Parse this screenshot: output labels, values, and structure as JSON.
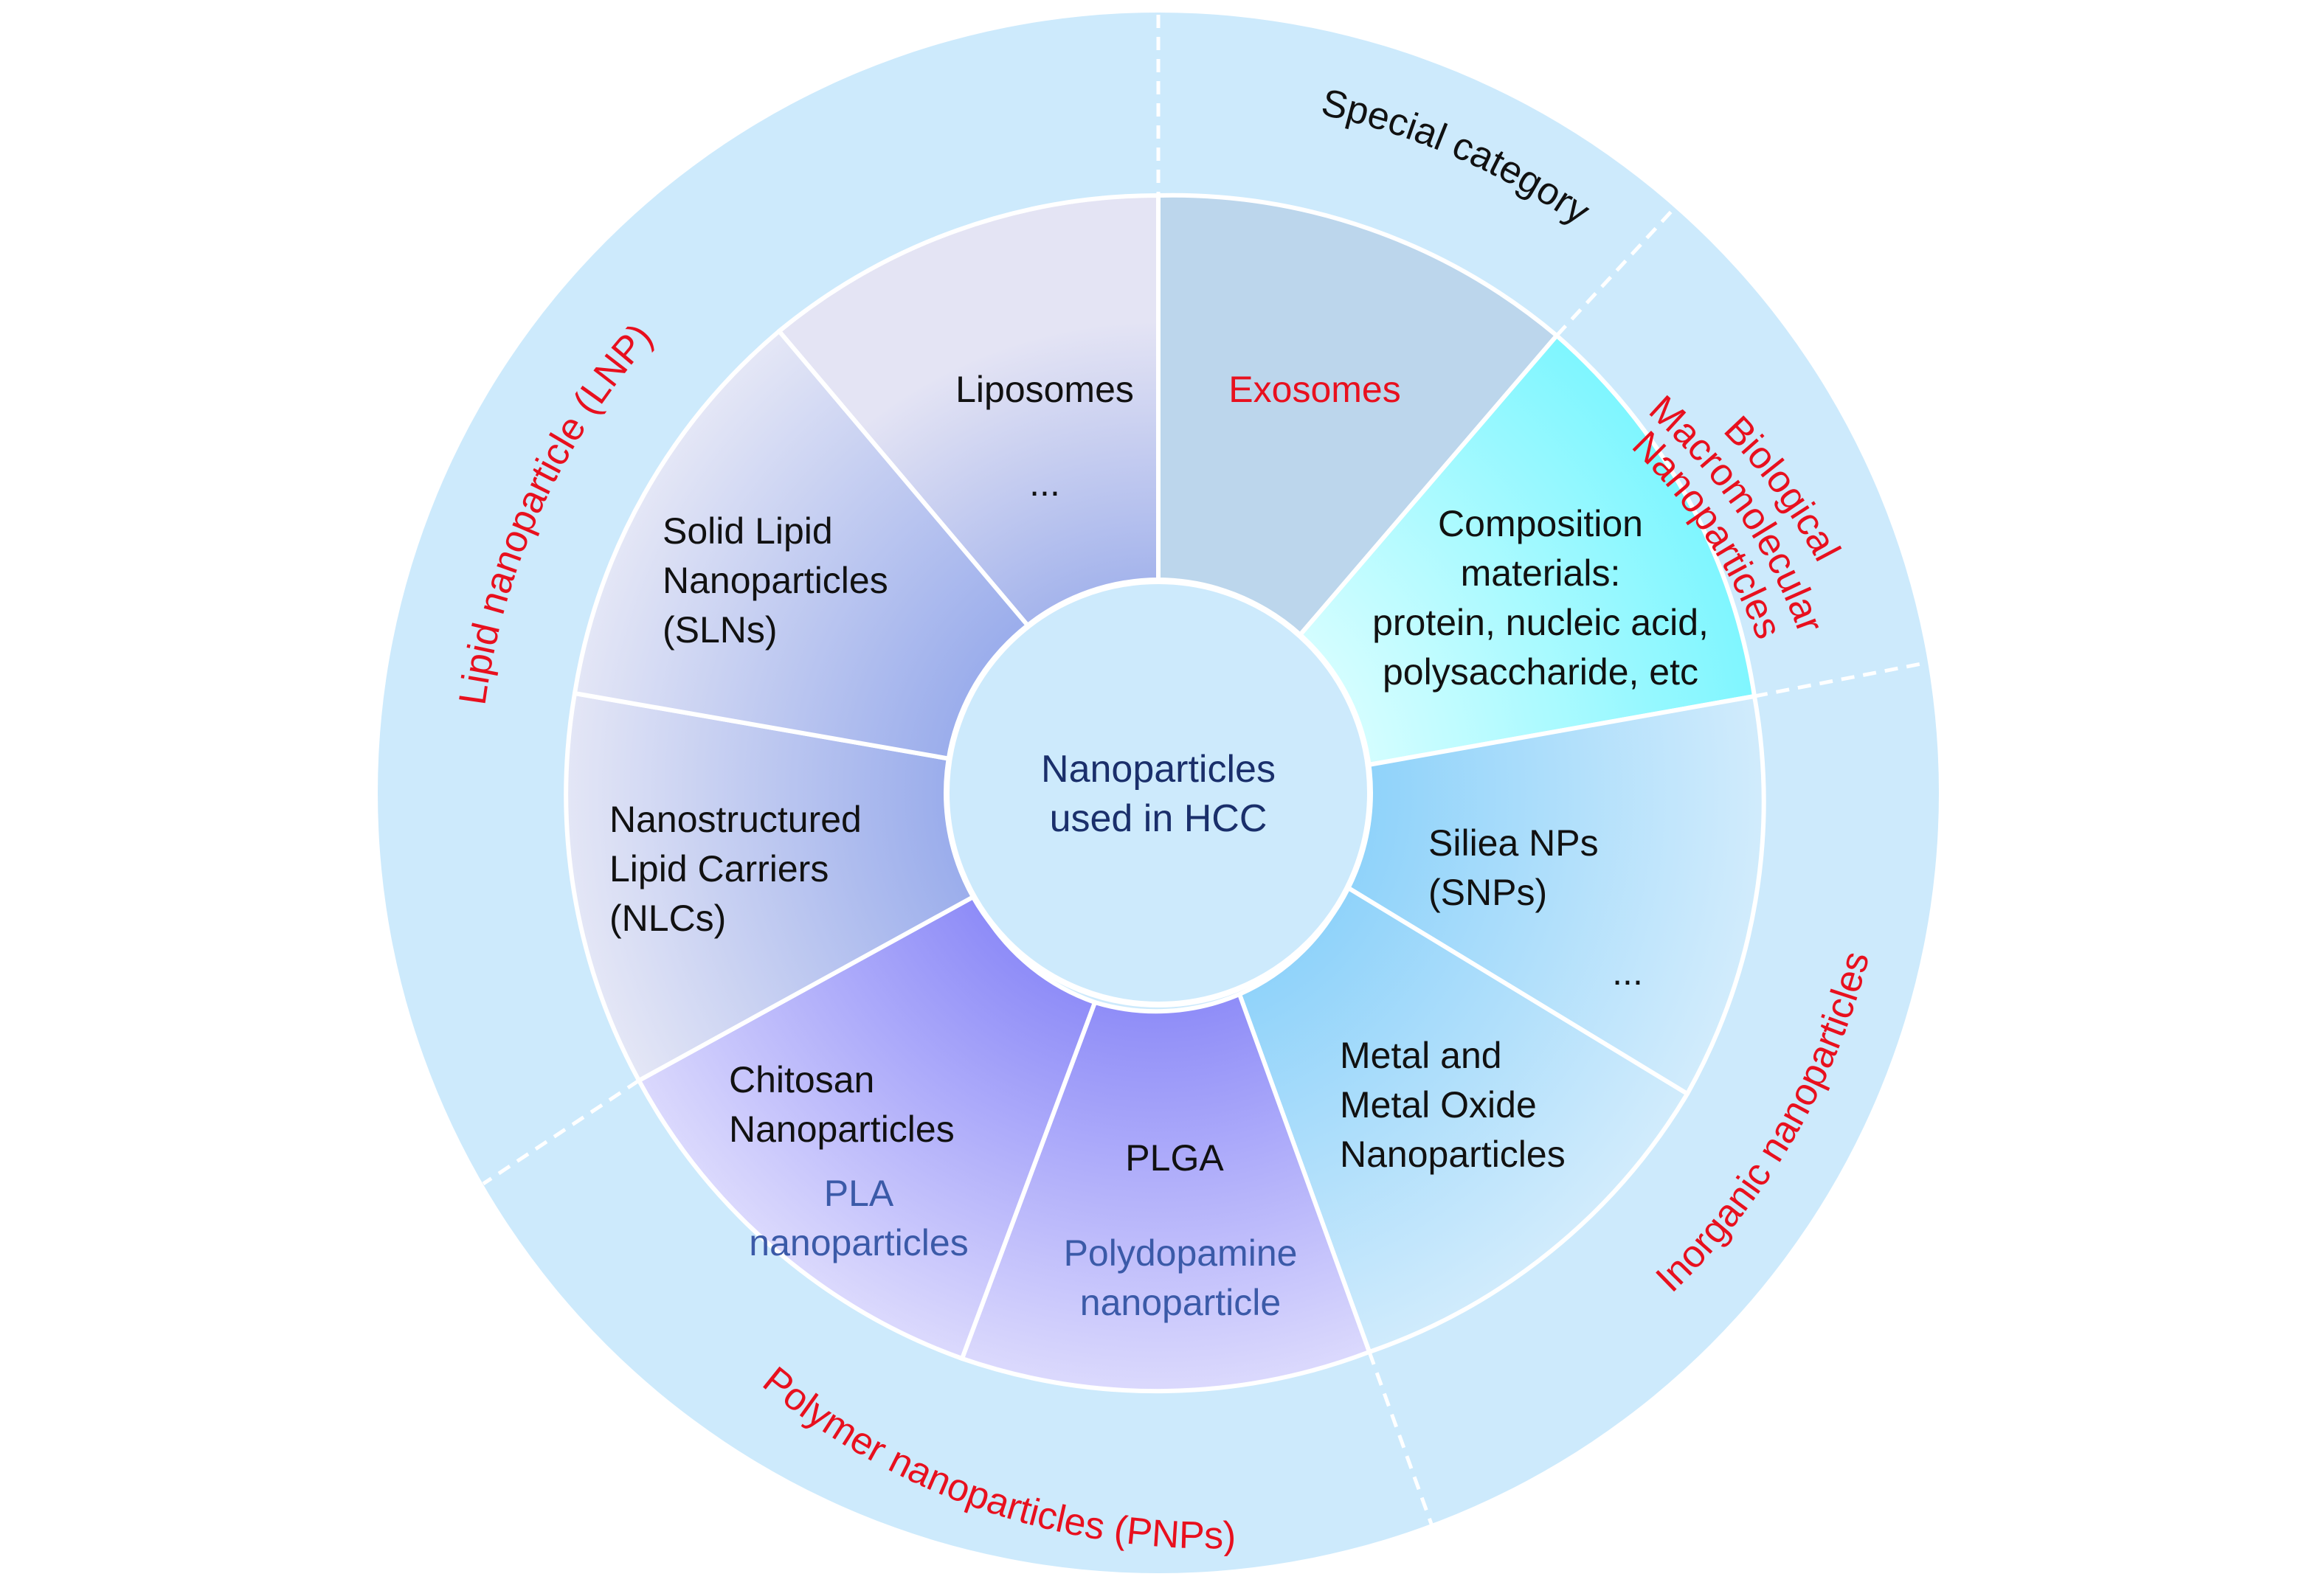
{
  "center": {
    "line1": "Nanoparticles",
    "line2": "used in HCC"
  },
  "outer_categories": {
    "lipid": "Lipid nanoparticle (LNP)",
    "special": "Special category",
    "biological": {
      "line1": "Biological",
      "line2": "Macromolecular",
      "line3": "Nanoparticles"
    },
    "inorganic": "Inorganic nanoparticles",
    "polymer": "Polymer nanoparticles (PNPs)"
  },
  "segments": {
    "liposomes": {
      "line1": "Liposomes",
      "line2": "..."
    },
    "exosomes": {
      "line1": "Exosomes"
    },
    "composition": {
      "line1": "Composition",
      "line2": "materials:",
      "line3": "protein, nucleic acid,",
      "line4": "polysaccharide, etc"
    },
    "silica": {
      "line1": "Siliea NPs",
      "line2": "(SNPs)",
      "line3": "..."
    },
    "metal": {
      "line1": "Metal and",
      "line2": "Metal Oxide",
      "line3": "Nanoparticles"
    },
    "plga": {
      "line1": "PLGA",
      "line2": "Polydopamine",
      "line3": "nanoparticle"
    },
    "chitosan": {
      "line1": "Chitosan",
      "line2": "Nanoparticles",
      "line3": "PLA",
      "line4": "nanoparticles"
    },
    "nlc": {
      "line1": "Nanostructured",
      "line2": "Lipid Carriers",
      "line3": "(NLCs)"
    },
    "sln": {
      "line1": "Solid Lipid",
      "line2": "Nanoparticles",
      "line3": "(SLNs)"
    }
  },
  "colors": {
    "outer_ring": "#cdeafc",
    "category_text": "#e8101e",
    "label_text": "#111111",
    "sublabel_text": "#3b5aa8",
    "center_text": "#1a2f6b",
    "center_fill": "#cdeafc",
    "exosomes_fill": "#bcd6ec",
    "composition_fill": "#a8fbff",
    "silica_fill": "#a6dcfb",
    "metal_fill": "#a6dcfb",
    "plga_fill": "#a9a8f8",
    "chitosan_fill": "#9a9cf7",
    "nlc_fill": "#b7bdeb",
    "sln_fill": "#b9c2ec",
    "liposomes_fill": "#b9c2ec"
  }
}
